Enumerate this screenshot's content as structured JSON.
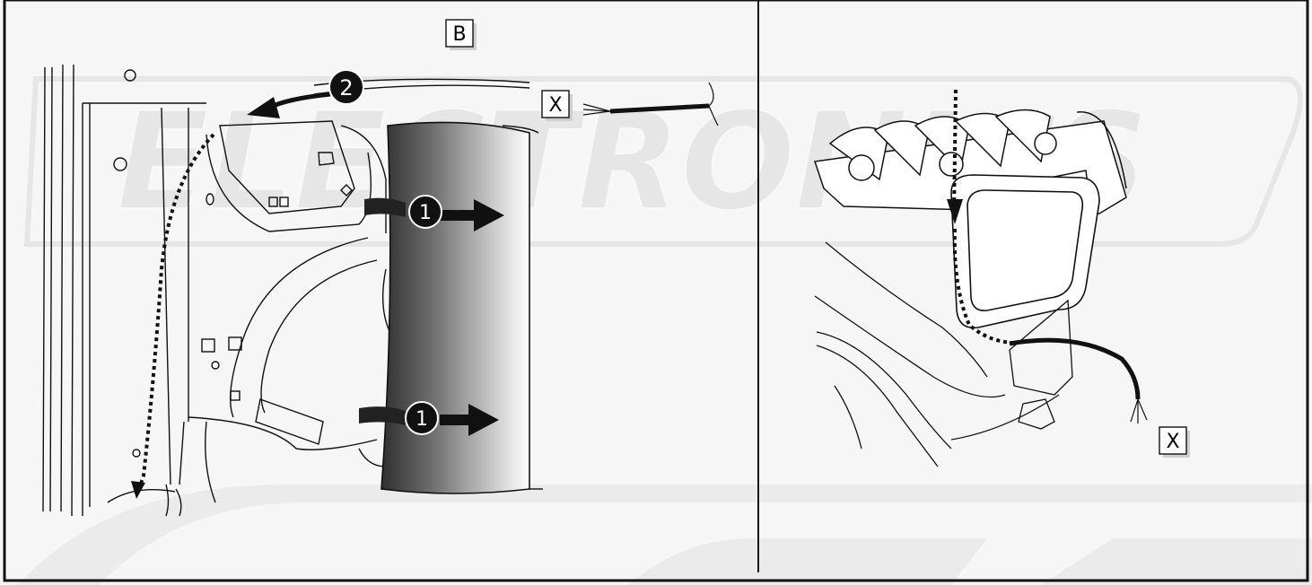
{
  "diagram": {
    "left_panel": {
      "view_label": "B",
      "cable_label": "X",
      "step_1_upper": "1",
      "step_1_lower": "1",
      "step_2": "2"
    },
    "right_panel": {
      "cable_label": "X"
    },
    "watermark_text": "ELECTRONICS",
    "colors": {
      "line": "#111111",
      "watermark": "#e3e3e3",
      "trim_panel_dark": "#3a3a3a",
      "arrow": "#1a1a1a"
    }
  }
}
